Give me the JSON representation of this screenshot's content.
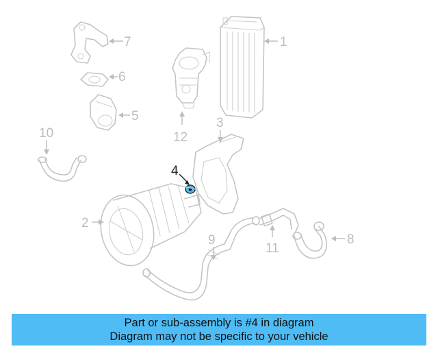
{
  "callouts": {
    "c1": "1",
    "c2": "2",
    "c3": "3",
    "c4": "4",
    "c5": "5",
    "c6": "6",
    "c7": "7",
    "c8": "8",
    "c9": "9",
    "c10": "10",
    "c11": "11",
    "c12": "12"
  },
  "highlighted_part": "4",
  "colors": {
    "highlight": "#4fbcf5",
    "line": "#c4c4c4",
    "banner_bg": "#4fbcf5"
  },
  "banner": {
    "line1": "Part or sub-assembly is #4 in diagram",
    "line2": "Diagram may not be specific to your vehicle"
  }
}
